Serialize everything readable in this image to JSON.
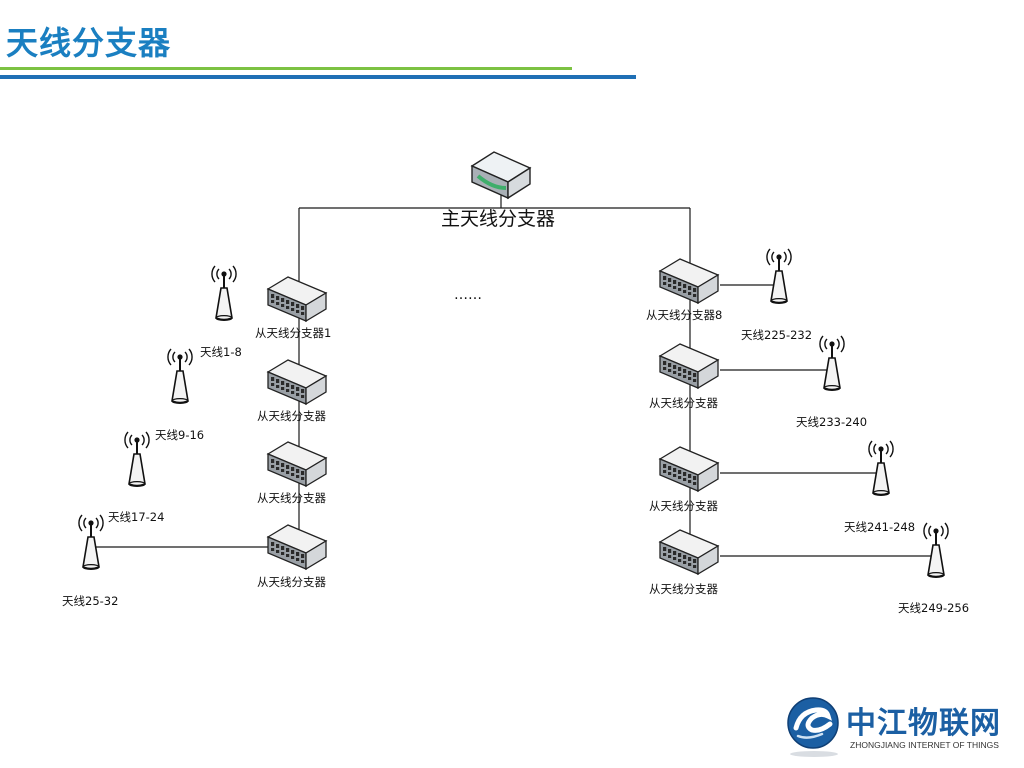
{
  "slide": {
    "title": "天线分支器",
    "colors": {
      "title": "#1a7fc1",
      "rule_green": "#7cc242",
      "rule_blue": "#1f6fb5"
    }
  },
  "diagram": {
    "main_splitter": {
      "label": "主天线分支器"
    },
    "ellipsis": "……",
    "left": [
      {
        "splitter": "从天线分支器1",
        "antenna": "天线1-8"
      },
      {
        "splitter": "从天线分支器",
        "antenna": "天线9-16"
      },
      {
        "splitter": "从天线分支器",
        "antenna": "天线17-24"
      },
      {
        "splitter": "从天线分支器",
        "antenna": "天线25-32"
      }
    ],
    "right": [
      {
        "splitter": "从天线分支器8",
        "antenna": "天线225-232"
      },
      {
        "splitter": "从天线分支器",
        "antenna": "天线233-240"
      },
      {
        "splitter": "从天线分支器",
        "antenna": "天线241-248"
      },
      {
        "splitter": "从天线分支器",
        "antenna": "天线249-256"
      }
    ]
  },
  "logo": {
    "name": "中江物联网",
    "subtitle": "ZHONGJIANG INTERNET OF THINGS",
    "icon": "swirl-logo-icon",
    "color": "#1b5fa3"
  }
}
